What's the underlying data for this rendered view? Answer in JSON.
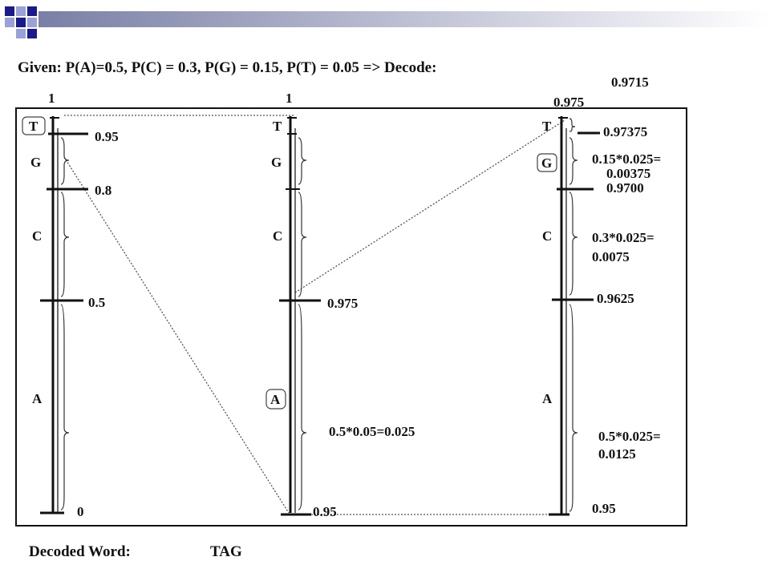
{
  "header": {
    "given_text": "Given: P(A)=0.5, P(C) = 0.3, P(G) = 0.15, P(T) = 0.05 => Decode:",
    "decode_value": "0.9715"
  },
  "columns": [
    {
      "top_label": "1",
      "symbols": [
        "T",
        "G",
        "C",
        "A"
      ],
      "ticks": [
        "0.95",
        "0.8",
        "0.5"
      ],
      "bottom_label": "0"
    },
    {
      "top_label": "1",
      "symbols": [
        "T",
        "G",
        "C",
        "A"
      ],
      "ticks": [
        "0.975"
      ],
      "annotation": "0.5*0.05=0.025",
      "bottom_label": "0.95"
    },
    {
      "top_label": "0.975",
      "symbols": [
        "T",
        "G",
        "C",
        "A"
      ],
      "ticks": [
        "0.97375",
        "0.9700",
        "0.9625"
      ],
      "annotations": [
        [
          "0.15*0.025=",
          "0.00375"
        ],
        [
          "0.3*0.025=",
          "0.0075"
        ],
        [
          "0.5*0.025=",
          "0.0125"
        ]
      ],
      "bottom_label": "0.95"
    }
  ],
  "footer": {
    "label": "Decoded Word:",
    "word": "TAG"
  },
  "colors": {
    "logo_dark": "#1a1a8c",
    "logo_light": "#9aa0d8",
    "bar_start": "#7a7fa6",
    "bar_end": "#ffffff"
  }
}
